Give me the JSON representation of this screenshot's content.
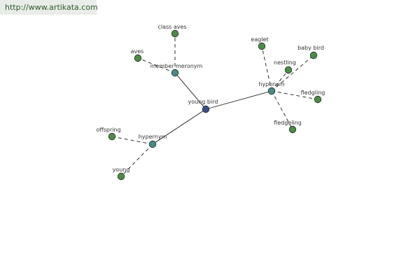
{
  "watermark": {
    "url": "http://www.artikata.com"
  },
  "colors": {
    "center_node": "#3d4d8a",
    "relation_node": "#4a8a8a",
    "leaf_node": "#4e8a48"
  },
  "graph": {
    "center": "young bird",
    "relations": [
      {
        "label": "member meronym",
        "leaves": [
          "class aves",
          "aves"
        ]
      },
      {
        "label": "hyponym",
        "leaves": [
          "eaglet",
          "nestling",
          "baby bird",
          "fledgling",
          "fledgeling"
        ]
      },
      {
        "label": "hypernym",
        "leaves": [
          "offspring",
          "young"
        ]
      }
    ]
  }
}
